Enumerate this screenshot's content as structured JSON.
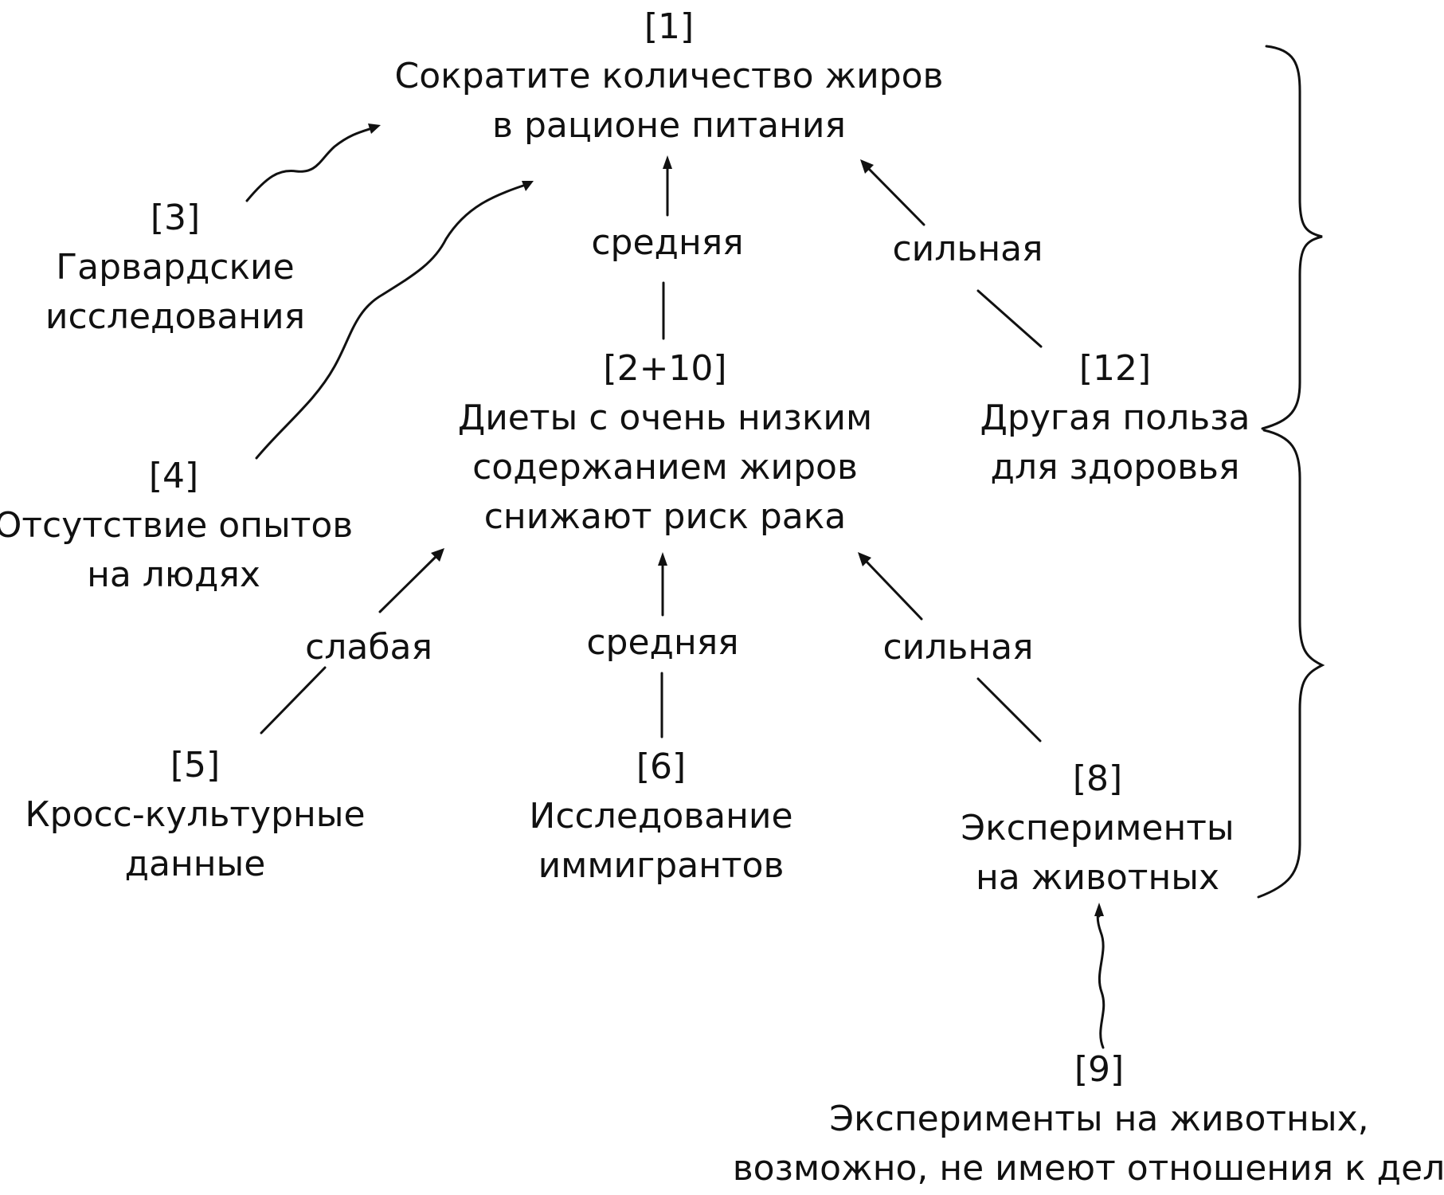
{
  "nodes": {
    "n1": {
      "id": "[1]",
      "lines": [
        "Сократите количество жиров",
        "в рационе питания"
      ]
    },
    "n3": {
      "id": "[3]",
      "lines": [
        "Гарвардские",
        "исследования"
      ]
    },
    "n4": {
      "id": "[4]",
      "lines": [
        "Отсутствие опытов",
        "на людях"
      ]
    },
    "n2": {
      "id": "[2+10]",
      "lines": [
        "Диеты с очень низким",
        "содержанием жиров",
        "снижают риск рака"
      ]
    },
    "n12": {
      "id": "[12]",
      "lines": [
        "Другая польза",
        "для здоровья"
      ]
    },
    "n5": {
      "id": "[5]",
      "lines": [
        "Кросс-культурные",
        "данные"
      ]
    },
    "n6": {
      "id": "[6]",
      "lines": [
        "Исследование",
        "иммигрантов"
      ]
    },
    "n8": {
      "id": "[8]",
      "lines": [
        "Эксперименты",
        "на животных"
      ]
    },
    "n9": {
      "id": "[9]",
      "lines": [
        "Эксперименты на животных,",
        "возможно, не имеют отношения к делу"
      ]
    }
  },
  "edges": {
    "e2_1": "средняя",
    "e12_1": "сильная",
    "e5_2": "слабая",
    "e6_2": "средняя",
    "e8_2": "сильная"
  }
}
